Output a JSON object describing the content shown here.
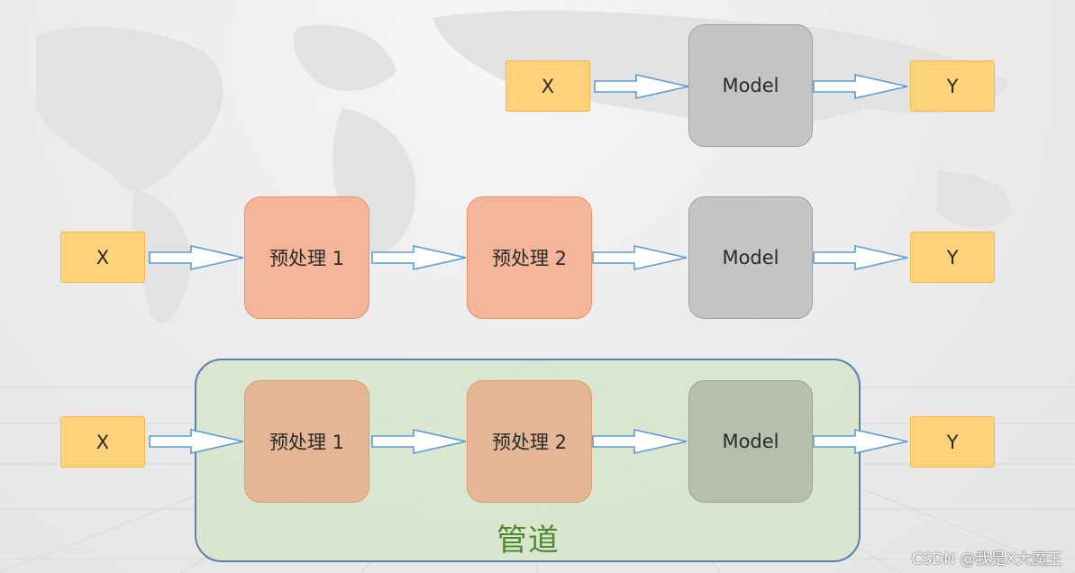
{
  "rows": {
    "row1": {
      "input": "X",
      "model": "Model",
      "output": "Y"
    },
    "row2": {
      "input": "X",
      "step1": "预处理 1",
      "step2": "预处理 2",
      "model": "Model",
      "output": "Y"
    },
    "row3": {
      "input": "X",
      "step1": "预处理 1",
      "step2": "预处理 2",
      "model": "Model",
      "output": "Y",
      "pipeline_label": "管道"
    }
  },
  "watermark": "CSDN @我是X大魔王",
  "colors": {
    "io_fill": "#fdd27a",
    "model_fill": "#c4c4c4",
    "preprocess_fill": "#f5b59b",
    "pipeline_fill": "#d6e4c8",
    "pipeline_border": "#5a7fae",
    "arrow_stroke": "#5b9bd5"
  }
}
